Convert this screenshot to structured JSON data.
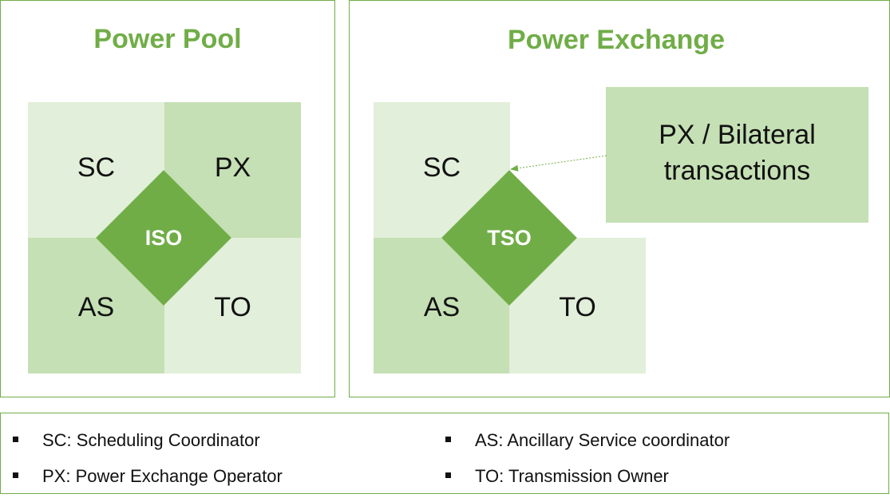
{
  "power_pool": {
    "title": "Power Pool",
    "cells": {
      "sc": "SC",
      "px": "PX",
      "as": "AS",
      "to": "TO"
    },
    "center": "ISO"
  },
  "power_exchange": {
    "title": "Power Exchange",
    "cells": {
      "sc": "SC",
      "as": "AS",
      "to": "TO"
    },
    "center": "TSO",
    "px_box": {
      "line1": "PX / Bilateral",
      "line2": "transactions"
    }
  },
  "legend": {
    "items": [
      "SC: Scheduling Coordinator",
      "PX: Power Exchange Operator",
      "AS: Ancillary Service coordinator",
      "TO: Transmission Owner"
    ]
  },
  "colors": {
    "accent": "#70ad47",
    "light_cell": "#e2efda",
    "mid_cell": "#c5e0b4"
  }
}
